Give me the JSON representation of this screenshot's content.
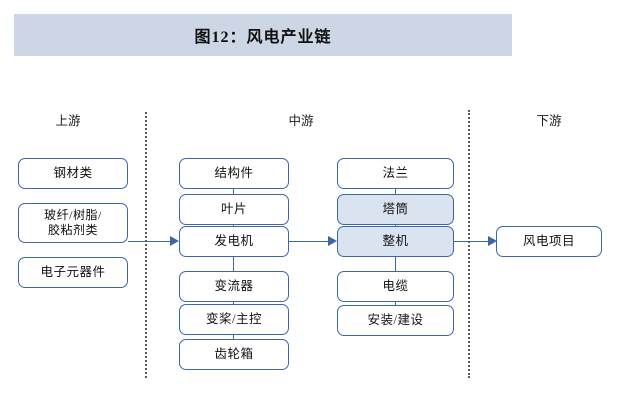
{
  "figure": {
    "title": "图12：风电产业链",
    "accent_color": "#3c66a8",
    "title_bar_color": "#ccd6e4",
    "highlight_fill": "#dae4f1"
  },
  "stages": [
    {
      "key": "upstream",
      "label": "上游"
    },
    {
      "key": "midstream",
      "label": "中游"
    },
    {
      "key": "downstream",
      "label": "下游"
    }
  ],
  "columns": {
    "upstream": {
      "nodes": [
        {
          "label": "钢材类",
          "highlight": false
        },
        {
          "label": "玻纤/树脂/\n胶粘剂类",
          "line1": "玻纤/树脂/",
          "line2": "胶粘剂类",
          "highlight": false
        },
        {
          "label": "电子元器件",
          "highlight": false
        }
      ]
    },
    "midstream_components": {
      "nodes": [
        {
          "label": "结构件",
          "highlight": false
        },
        {
          "label": "叶片",
          "highlight": false
        },
        {
          "label": "发电机",
          "highlight": false
        },
        {
          "label": "变流器",
          "highlight": false
        },
        {
          "label": "变桨/主控",
          "highlight": false
        },
        {
          "label": "齿轮箱",
          "highlight": false
        }
      ]
    },
    "midstream_assembly": {
      "nodes": [
        {
          "label": "法兰",
          "highlight": false
        },
        {
          "label": "塔筒",
          "highlight": true
        },
        {
          "label": "整机",
          "highlight": true
        },
        {
          "label": "电缆",
          "highlight": false
        },
        {
          "label": "安装/建设",
          "highlight": false
        }
      ]
    },
    "downstream": {
      "nodes": [
        {
          "label": "风电项目",
          "highlight": false
        }
      ]
    }
  },
  "flow_arrows": [
    {
      "from": "玻纤/树脂/胶粘剂类",
      "to": "发电机"
    },
    {
      "from": "发电机",
      "to": "整机"
    },
    {
      "from": "整机",
      "to": "风电项目"
    }
  ]
}
